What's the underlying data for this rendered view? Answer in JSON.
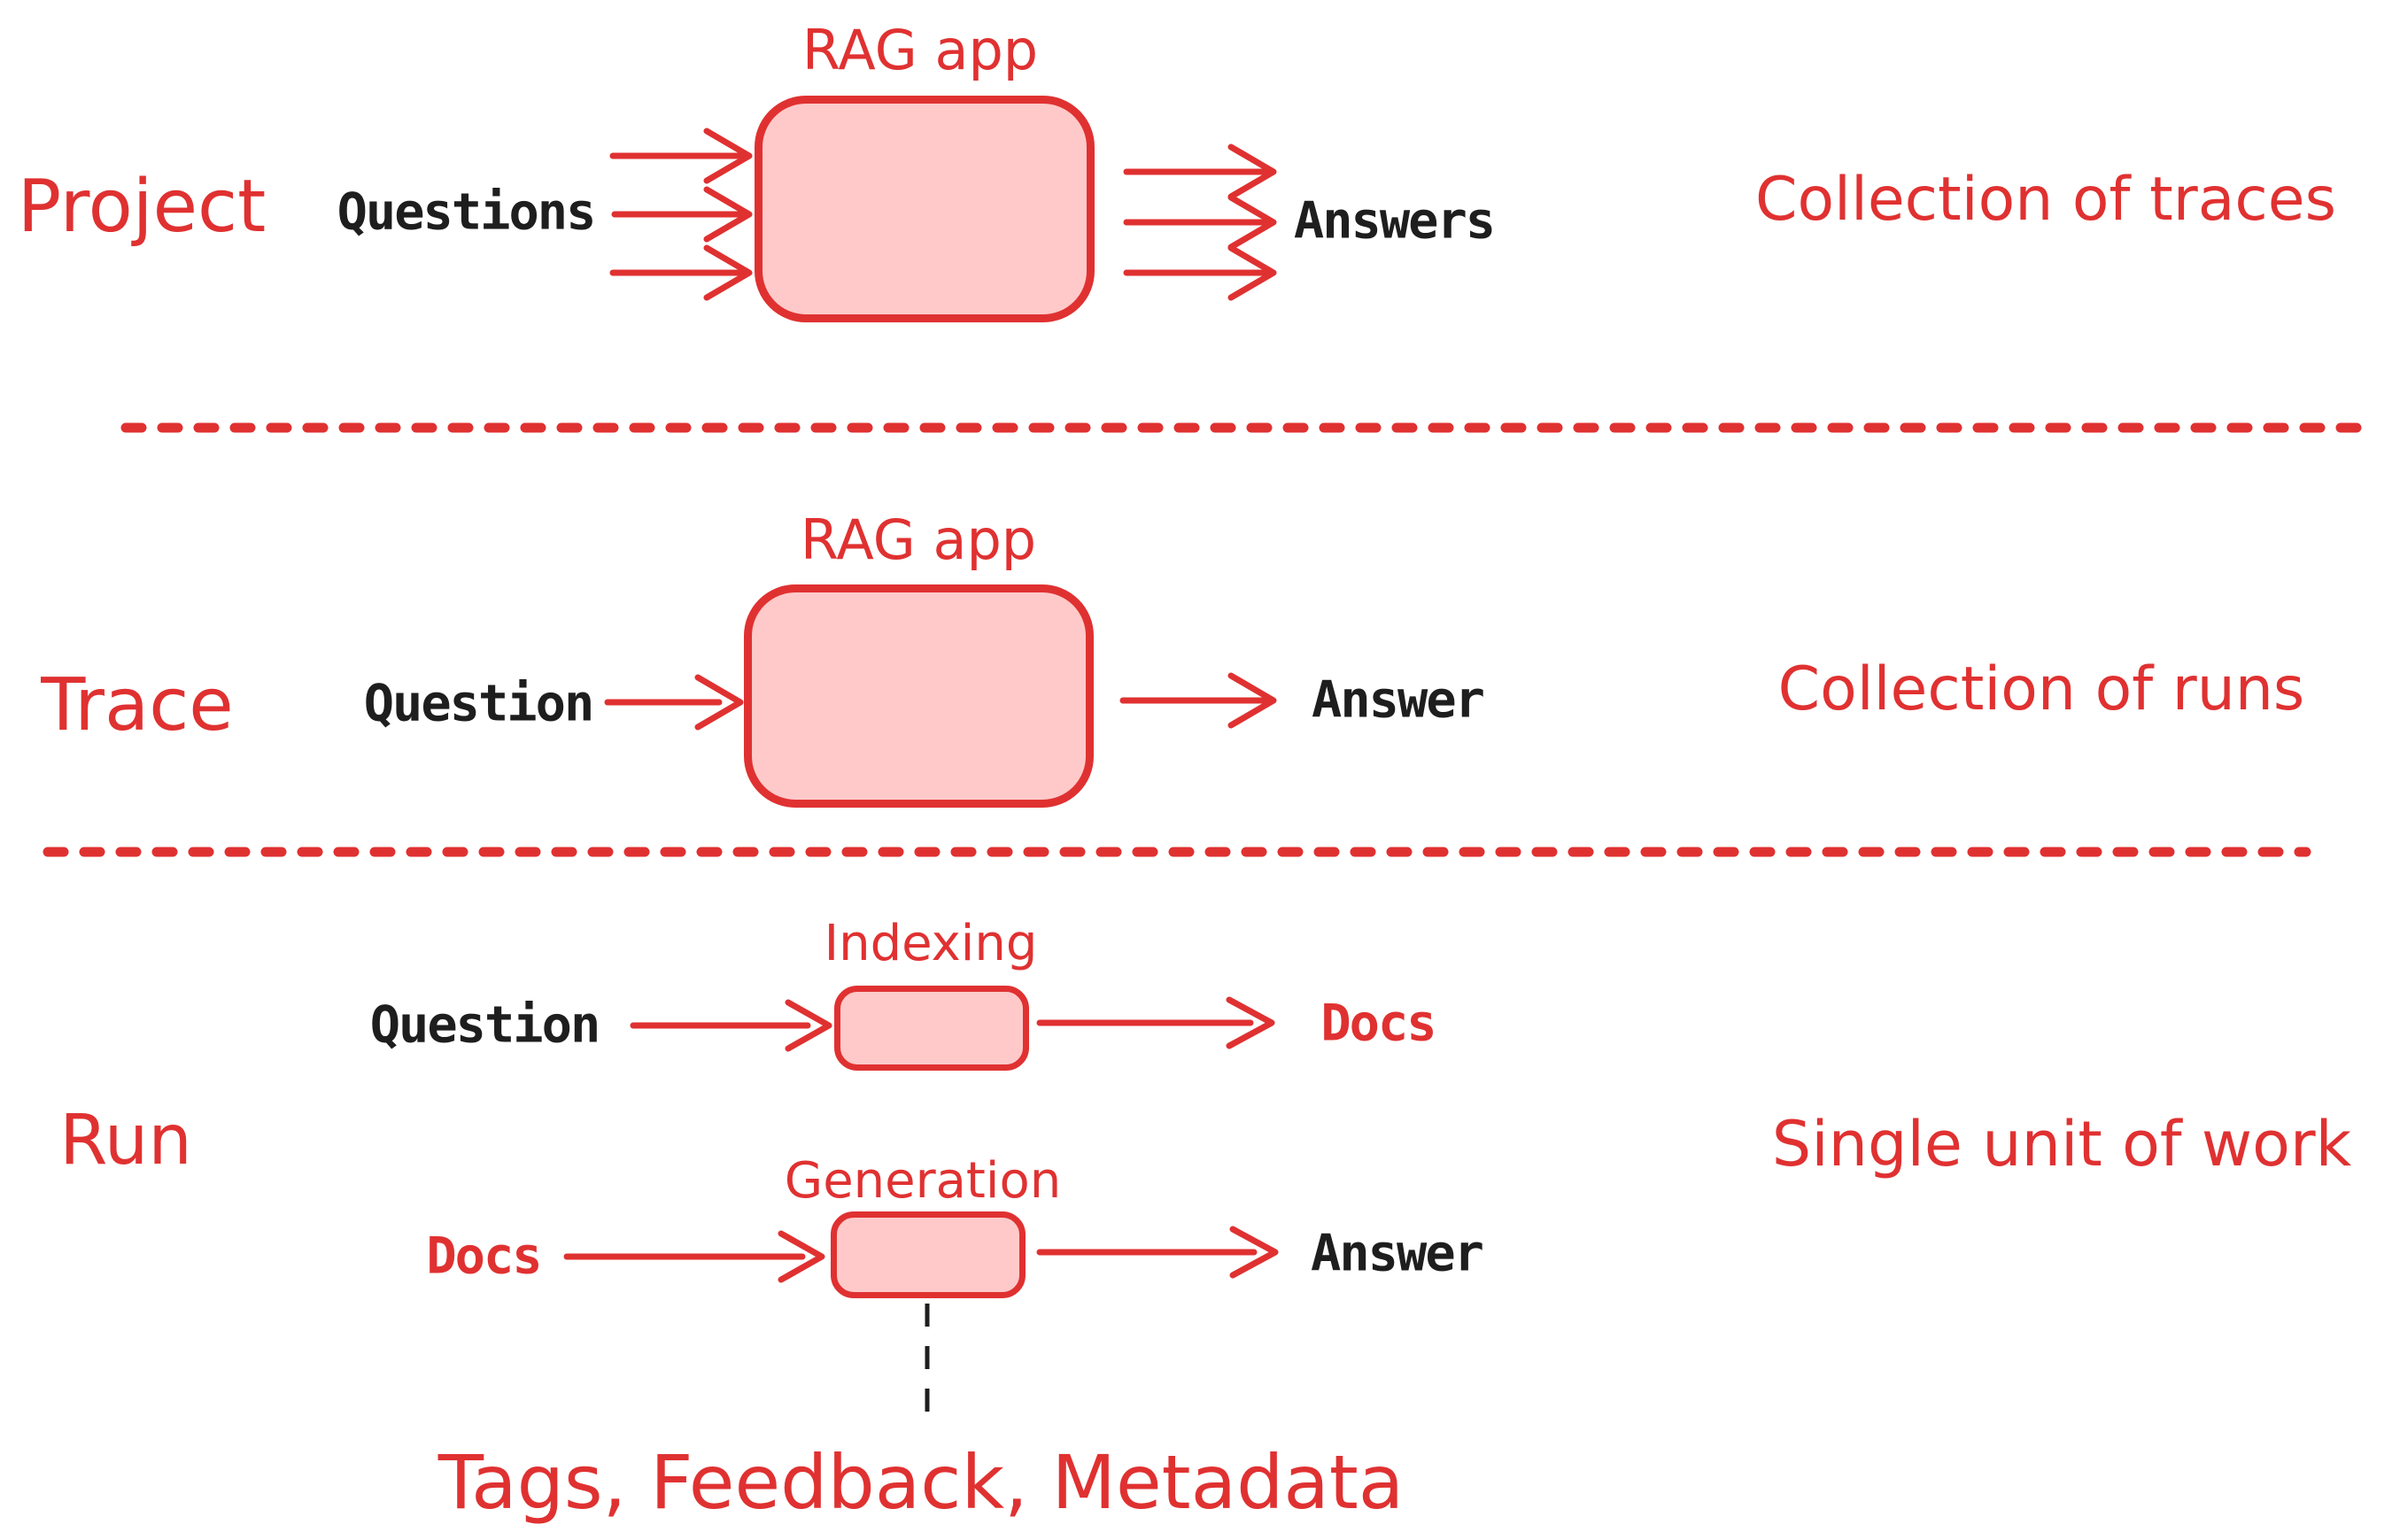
{
  "colors": {
    "red": "#e03131",
    "pink": "#ffc9c9",
    "ink": "#1e1e1e"
  },
  "project": {
    "label": "Project",
    "box_title": "RAG app",
    "input": "Questions",
    "output": "Answers",
    "annotation": "Collection of traces"
  },
  "trace": {
    "label": "Trace",
    "box_title": "RAG app",
    "input": "Question",
    "output": "Answer",
    "annotation": "Collection of runs"
  },
  "run": {
    "label": "Run",
    "annotation": "Single unit of work",
    "footnote": "Tags, Feedback, Metadata",
    "indexing": {
      "box_title": "Indexing",
      "input": "Question",
      "output": "Docs"
    },
    "generation": {
      "box_title": "Generation",
      "input": "Docs",
      "output": "Answer"
    }
  }
}
